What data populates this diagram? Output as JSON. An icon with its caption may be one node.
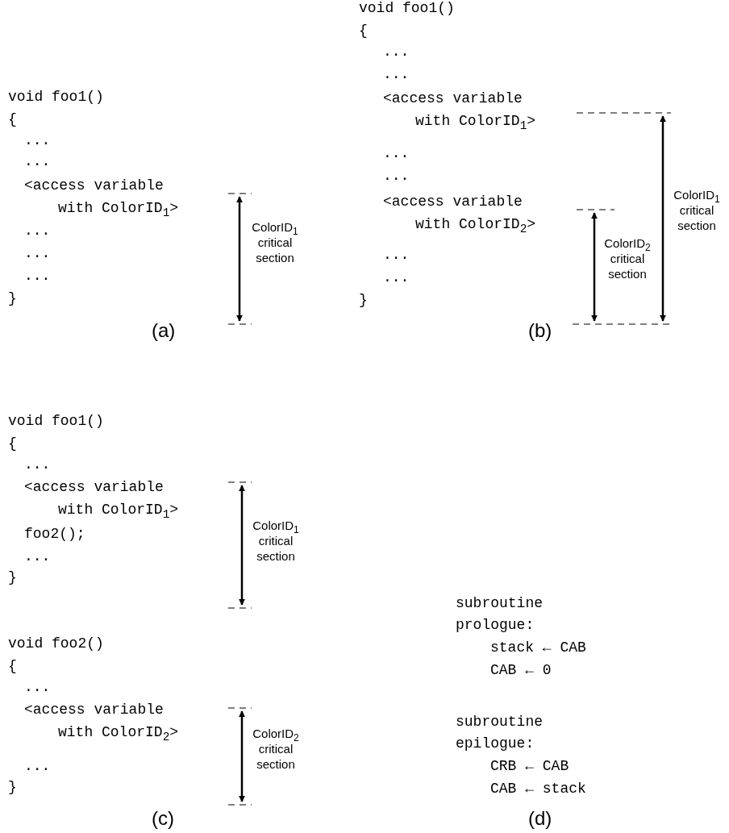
{
  "diagram": {
    "labels": [
      "void foo1()",
      "{",
      "...",
      "...",
      "<access variable",
      "with ColorID$_{1}$>",
      "...",
      "...",
      "...",
      "}",
      "ColorID$_{1}$ critical section",
      "(a)",
      "void foo1()",
      "{",
      "...",
      "...",
      "<access variable",
      "with ColorID$_{1}$>",
      "...",
      "...",
      "<access variable",
      "with ColorID$_{2}$>",
      "...",
      "...",
      "}",
      "ColorID$_{2}$ critical section",
      "ColorID$_{1}$ critical section",
      "(b)",
      "void foo1()",
      "{",
      "...",
      "<access variable",
      "with ColorID$_{1}$>",
      "foo2();",
      "...",
      "}",
      "ColorID$_{1}$ critical section",
      "void foo2()",
      "{",
      "...",
      "<access variable",
      "with ColorID$_{2}$>",
      "...",
      "}",
      "ColorID$_{2}$ critical section",
      "(c)",
      "subroutine",
      "prologue:",
      "stack ← CAB",
      "CAB ← 0",
      "subroutine",
      "epilogue:",
      "CRB ← CAB",
      "CAB ← stack",
      "(d)"
    ]
  }
}
